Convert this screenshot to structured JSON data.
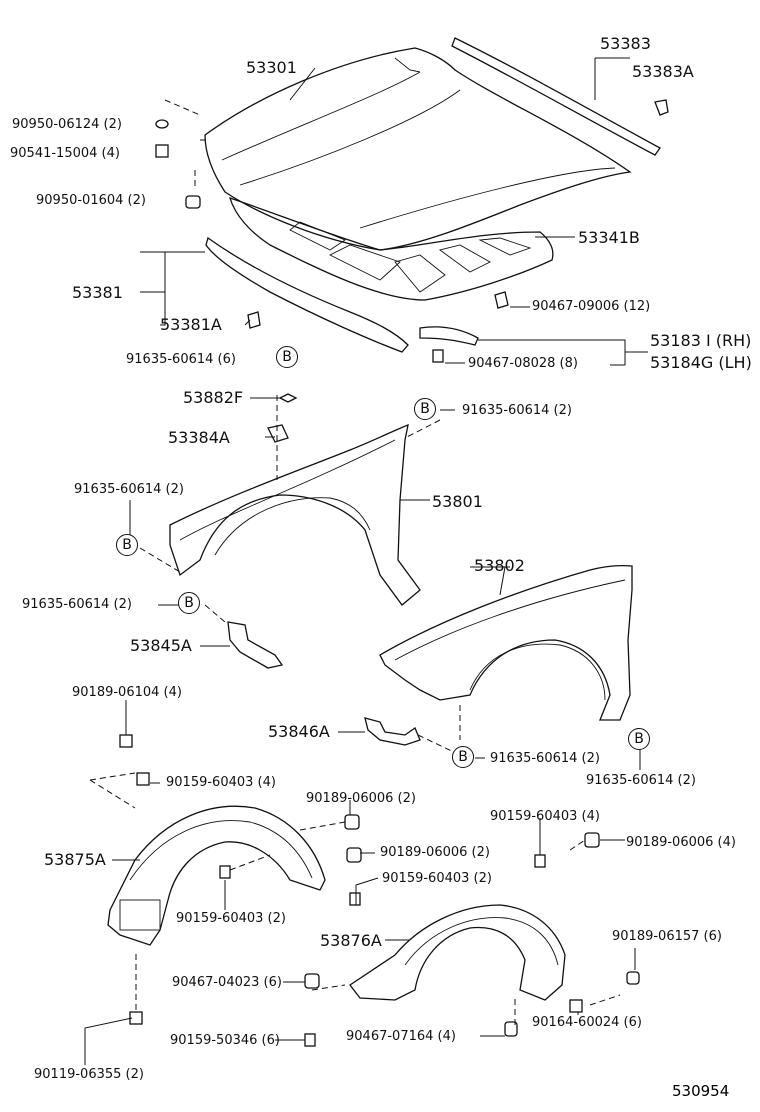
{
  "diagram": {
    "ref_number": "530954",
    "labels": {
      "p53301": "53301",
      "p53383": "53383",
      "p53383A": "53383A",
      "p90950_06124": "90950-06124 (2)",
      "p90541_15004": "90541-15004 (4)",
      "p90950_01604": "90950-01604 (2)",
      "p53341B": "53341B",
      "p53381": "53381",
      "p90467_09006": "90467-09006 (12)",
      "p53381A": "53381A",
      "p53183I": "53183 I (RH)",
      "p53184G": "53184G (LH)",
      "p90467_08028": "90467-08028 (8)",
      "p91635_a": "91635-60614 (6)",
      "p53882F": "53882F",
      "p91635_b": "91635-60614 (2)",
      "p53384A": "53384A",
      "p91635_c": "91635-60614 (2)",
      "p53801": "53801",
      "p53802": "53802",
      "p91635_d": "91635-60614 (2)",
      "p53845A": "53845A",
      "p90189_06104": "90189-06104 (4)",
      "p53846A": "53846A",
      "p91635_e": "91635-60614 (2)",
      "p91635_f": "91635-60614 (2)",
      "p90159_60403_a": "90159-60403 (4)",
      "p90189_06006_a": "90189-06006 (2)",
      "p90159_60403_b": "90159-60403 (4)",
      "p53875A": "53875A",
      "p90189_06006_b": "90189-06006 (2)",
      "p90189_06006_c": "90189-06006 (4)",
      "p90159_60403_c": "90159-60403 (2)",
      "p90159_60403_d": "90159-60403 (2)",
      "p53876A": "53876A",
      "p90189_06157": "90189-06157 (6)",
      "p90467_04023": "90467-04023 (6)",
      "p90159_50346": "90159-50346 (6)",
      "p90467_07164": "90467-07164 (4)",
      "p90164_60024": "90164-60024 (6)",
      "p90119_06355": "90119-06355 (2)"
    },
    "callout_letter": "B"
  }
}
